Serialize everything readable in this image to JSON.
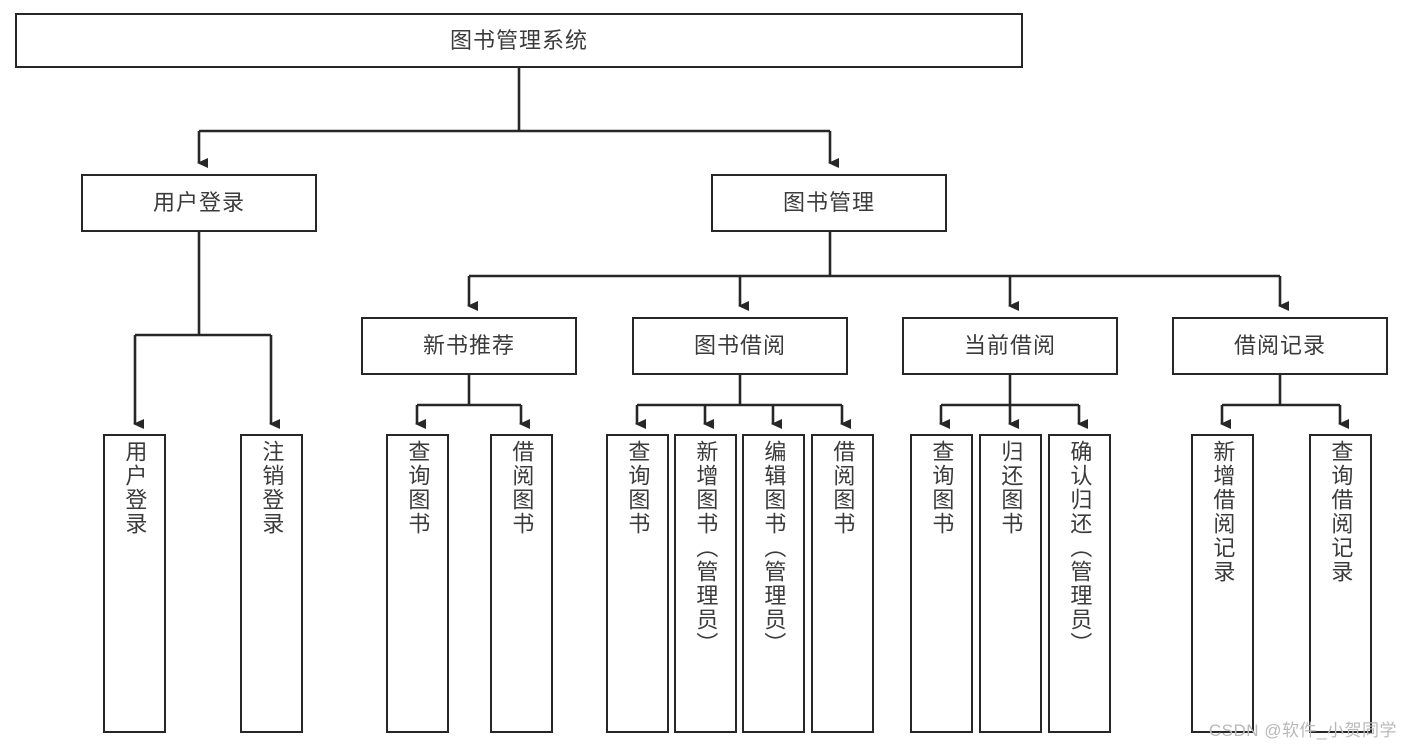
{
  "diagram": {
    "title": "图书管理系统",
    "type": "tree",
    "watermark": "CSDN @软件_小贺同学",
    "colors": {
      "stroke": "#272727",
      "text": "#3b3b3b",
      "background": "#ffffff",
      "watermark": "#b9b9b9"
    },
    "root": {
      "id": "root",
      "label": "图书管理系统"
    },
    "level1": [
      {
        "id": "user-login",
        "label": "用户登录"
      },
      {
        "id": "book-manage",
        "label": "图书管理"
      }
    ],
    "level2": [
      {
        "id": "new-book-recommend",
        "label": "新书推荐",
        "parent": "book-manage"
      },
      {
        "id": "book-borrow",
        "label": "图书借阅",
        "parent": "book-manage"
      },
      {
        "id": "current-borrow",
        "label": "当前借阅",
        "parent": "book-manage"
      },
      {
        "id": "borrow-record",
        "label": "借阅记录",
        "parent": "book-manage"
      }
    ],
    "leaves": {
      "user-login": [
        {
          "id": "leaf-user-login",
          "label": "用户登录"
        },
        {
          "id": "leaf-logout-login",
          "label": "注销登录"
        }
      ],
      "new-book-recommend": [
        {
          "id": "leaf-query-book-1",
          "label": "查询图书"
        },
        {
          "id": "leaf-borrow-book-1",
          "label": "借阅图书"
        }
      ],
      "book-borrow": [
        {
          "id": "leaf-query-book-2",
          "label": "查询图书"
        },
        {
          "id": "leaf-add-book",
          "label": "新增图书（管理员）"
        },
        {
          "id": "leaf-edit-book",
          "label": "编辑图书（管理员）"
        },
        {
          "id": "leaf-borrow-book-2",
          "label": "借阅图书"
        }
      ],
      "current-borrow": [
        {
          "id": "leaf-query-book-3",
          "label": "查询图书"
        },
        {
          "id": "leaf-return-book",
          "label": "归还图书"
        },
        {
          "id": "leaf-confirm-return",
          "label": "确认归还（管理员）"
        }
      ],
      "borrow-record": [
        {
          "id": "leaf-add-record",
          "label": "新增借阅记录"
        },
        {
          "id": "leaf-query-record",
          "label": "查询借阅记录"
        }
      ]
    }
  }
}
